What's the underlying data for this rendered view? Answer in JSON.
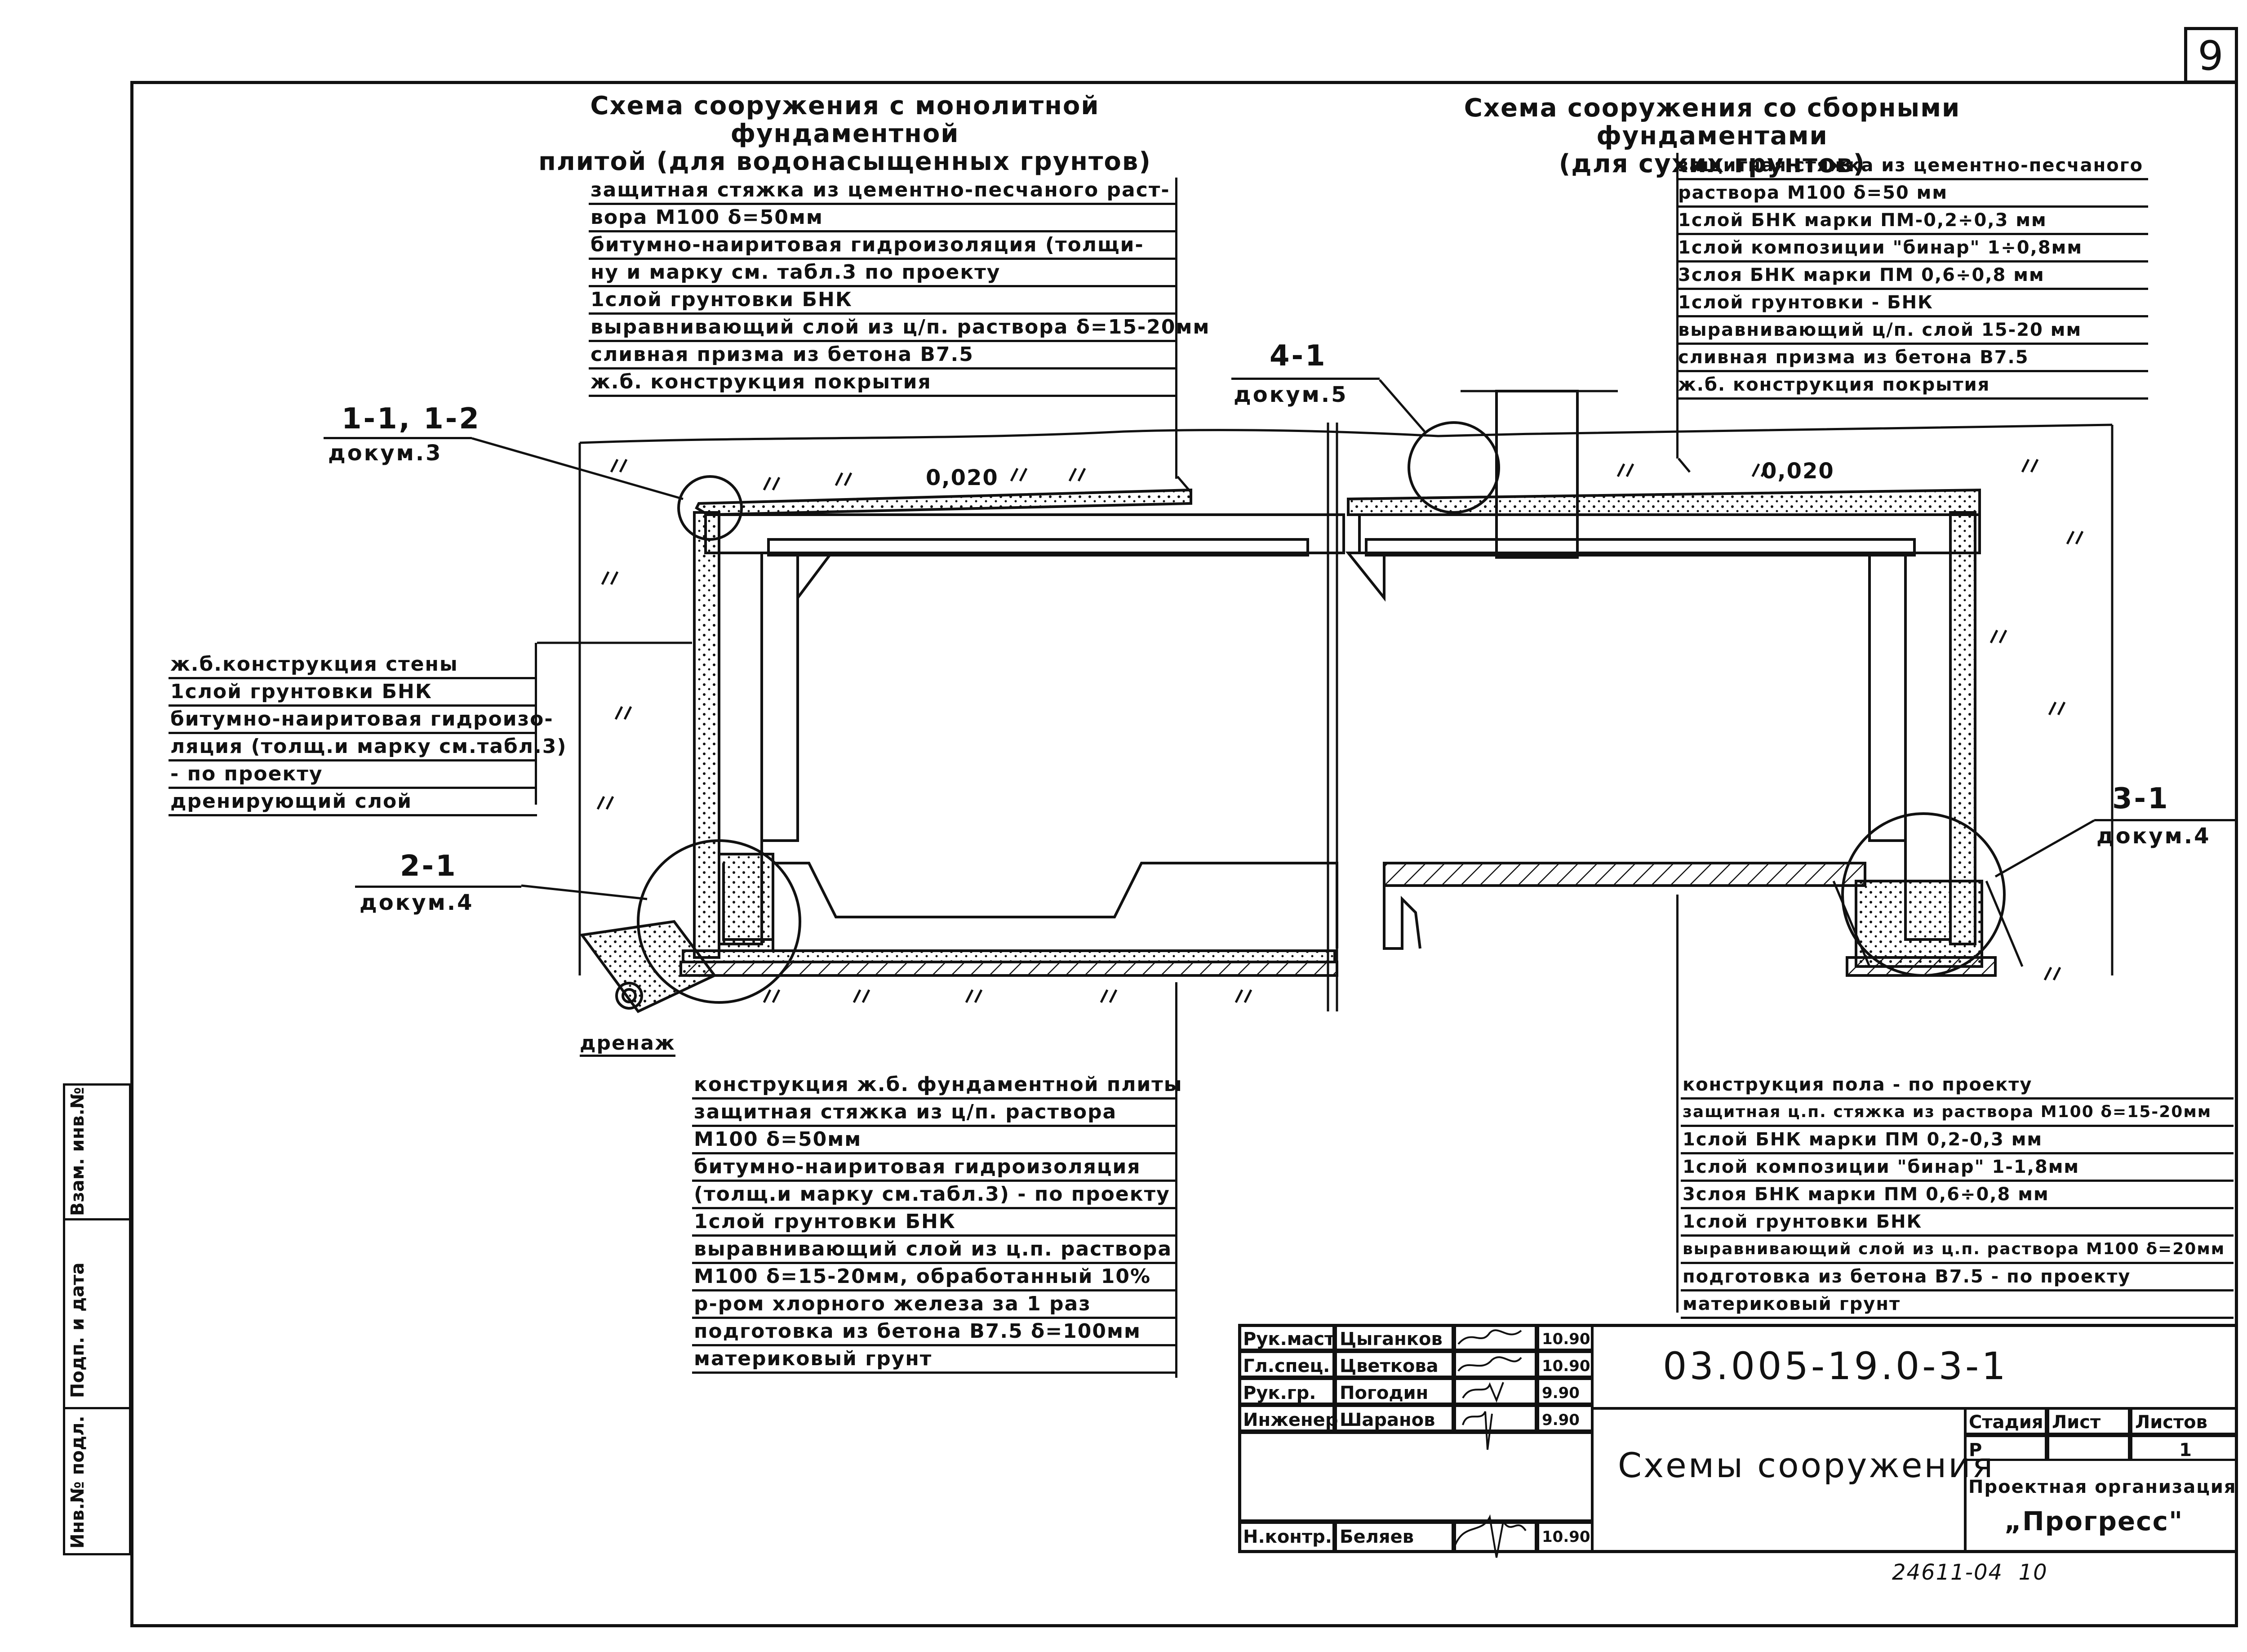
{
  "page_number": "9",
  "left_title": "Схема сооружения с монолитной фундаментной плитой (для водонасыщенных грунтов)",
  "left_title_lines": [
    "Схема сооружения с монолитной фундаментной",
    "плитой (для водонасыщенных грунтов)"
  ],
  "right_title_lines": [
    "Схема сооружения со сборными фундаментами",
    "(для сухих грунтов)"
  ],
  "roof_left": [
    "защитная стяжка из цементно-песчаного раст-",
    "вора М100 δ=50мм",
    "битумно-наиритовая гидроизоляция (толщи-",
    "ну и марку см. табл.3 по проекту",
    "1слой грунтовки БНК",
    "выравнивающий слой из ц/п. раствора δ=15-20мм",
    "сливная призма из бетона В7.5",
    "ж.б. конструкция покрытия"
  ],
  "roof_right": [
    "защитная стяжка из цементно-песчаного",
    "раствора М100 δ=50 мм",
    "1слой БНК марки ПМ-0,2÷0,3 мм",
    "1слой композиции \"бинар\" 1÷0,8мм",
    "3слоя БНК марки ПМ 0,6÷0,8 мм",
    "1слой грунтовки - БНК",
    "выравнивающий ц/п. слой 15-20 мм",
    "сливная призма из бетона В7.5",
    "ж.б. конструкция покрытия"
  ],
  "wall": [
    "ж.б.конструкция стены",
    "1слой грунтовки БНК",
    "битумно-наиритовая гидроизо-",
    "ляция (толщ.и марку см.табл.3)",
    "- по проекту",
    "дренирующий слой"
  ],
  "foundation_left": [
    "конструкция ж.б. фундаментной плиты",
    "защитная стяжка из ц/п. раствора",
    "М100 δ=50мм",
    "битумно-наиритовая гидроизоляция",
    "(толщ.и марку см.табл.3) - по проекту",
    "1слой грунтовки БНК",
    "выравнивающий слой из ц.п. раствора",
    "М100 δ=15-20мм, обработанный 10%",
    "р-ром хлорного железа за 1 раз",
    "подготовка из бетона В7.5 δ=100мм",
    "материковый грунт"
  ],
  "floor_right": [
    "конструкция пола - по проекту",
    "защитная ц.п. стяжка из раствора М100 δ=15-20мм",
    "1слой БНК марки ПМ 0,2-0,3 мм",
    "1слой композиции \"бинар\" 1-1,8мм",
    "3слоя БНК марки ПМ 0,6÷0,8 мм",
    "1слой грунтовки БНК",
    "выравнивающий слой из ц.п. раствора М100 δ=20мм",
    "подготовка из бетона В7.5 - по проекту",
    "материковый грунт"
  ],
  "refs": {
    "r11": {
      "code": "1-1, 1-2",
      "doc": "докум.3"
    },
    "r21": {
      "code": "2-1",
      "doc": "докум.4"
    },
    "r41": {
      "code": "4-1",
      "doc": "докум.5"
    },
    "r31": {
      "code": "3-1",
      "doc": "докум.4"
    }
  },
  "elev_left": "0,020",
  "elev_right": "0,020",
  "drain_label": "дренаж",
  "title_block": {
    "doc_code": "03.005-19.0-3-1",
    "sheet_title": "Схемы сооружения",
    "stage_h": "Стадия",
    "sheet_h": "Лист",
    "sheets_h": "Листов",
    "stage": "Р",
    "sheets": "1",
    "org_line1": "Проектная организация",
    "org_line2": "„Прогресс\"",
    "people": [
      {
        "role": "Рук.маст",
        "name": "Цыганков",
        "date": "10.90"
      },
      {
        "role": "Гл.спец.",
        "name": "Цветкова",
        "date": "10.90"
      },
      {
        "role": "Рук.гр.",
        "name": "Погодин",
        "date": "9.90"
      },
      {
        "role": "Инженер",
        "name": "Шаранов",
        "date": "9.90"
      },
      {
        "role": "Н.контр.",
        "name": "Беляев",
        "date": "10.90"
      }
    ]
  },
  "stamp_number": "24611-04  10",
  "side_labels": [
    "Инв.№ подл.",
    "Подп. и дата",
    "Взам. инв.№"
  ]
}
